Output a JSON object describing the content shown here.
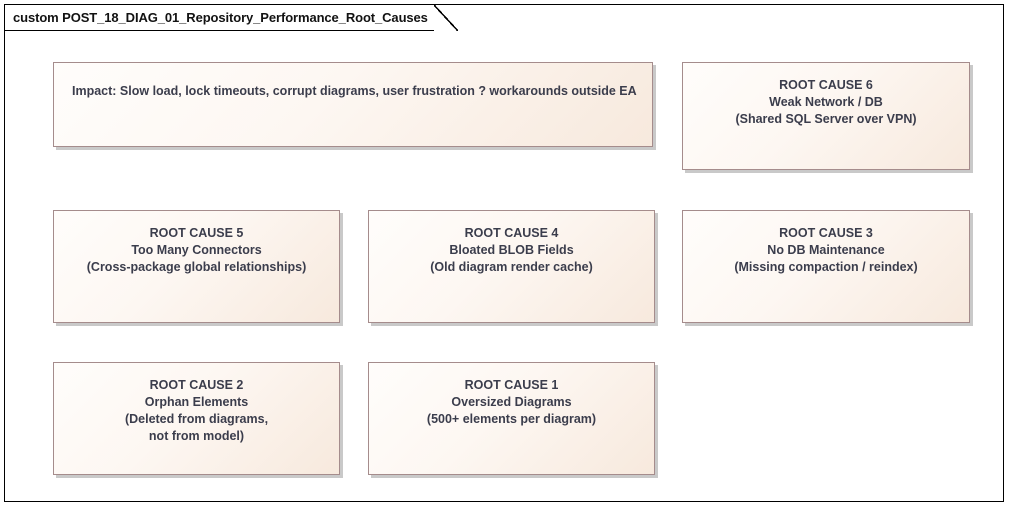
{
  "diagram": {
    "title": "custom POST_18_DIAG_01_Repository_Performance_Root_Causes",
    "colors": {
      "frame_border": "#000000",
      "node_border": "#a58c8c",
      "node_fill_light": "#fffdfb",
      "node_fill_dark": "#f7e9dd",
      "node_shadow": "#c9c9c9",
      "node_text": "#3b3d4c",
      "canvas": "#ffffff"
    },
    "nodes": [
      {
        "id": "impact",
        "name": "impact-note",
        "align": "left",
        "lines": [
          "Impact: Slow load, lock timeouts, corrupt diagrams, user frustration ? workarounds outside EA"
        ]
      },
      {
        "id": "rc6",
        "name": "root-cause-6",
        "align": "center",
        "lines": [
          "ROOT CAUSE 6",
          "Weak Network / DB",
          "(Shared SQL Server over VPN)"
        ]
      },
      {
        "id": "rc5",
        "name": "root-cause-5",
        "align": "center",
        "lines": [
          "ROOT CAUSE 5",
          "Too Many Connectors",
          "(Cross-package global relationships)"
        ]
      },
      {
        "id": "rc4",
        "name": "root-cause-4",
        "align": "center",
        "lines": [
          "ROOT CAUSE 4",
          "Bloated BLOB Fields",
          "(Old diagram render cache)"
        ]
      },
      {
        "id": "rc3",
        "name": "root-cause-3",
        "align": "center",
        "lines": [
          "ROOT CAUSE 3",
          "No DB Maintenance",
          "(Missing compaction / reindex)"
        ]
      },
      {
        "id": "rc2",
        "name": "root-cause-2",
        "align": "center",
        "lines": [
          "ROOT CAUSE 2",
          "Orphan Elements",
          "(Deleted from diagrams,",
          "not from model)"
        ]
      },
      {
        "id": "rc1",
        "name": "root-cause-1",
        "align": "center",
        "lines": [
          "ROOT CAUSE 1",
          "Oversized Diagrams",
          "(500+ elements per diagram)"
        ]
      }
    ]
  }
}
